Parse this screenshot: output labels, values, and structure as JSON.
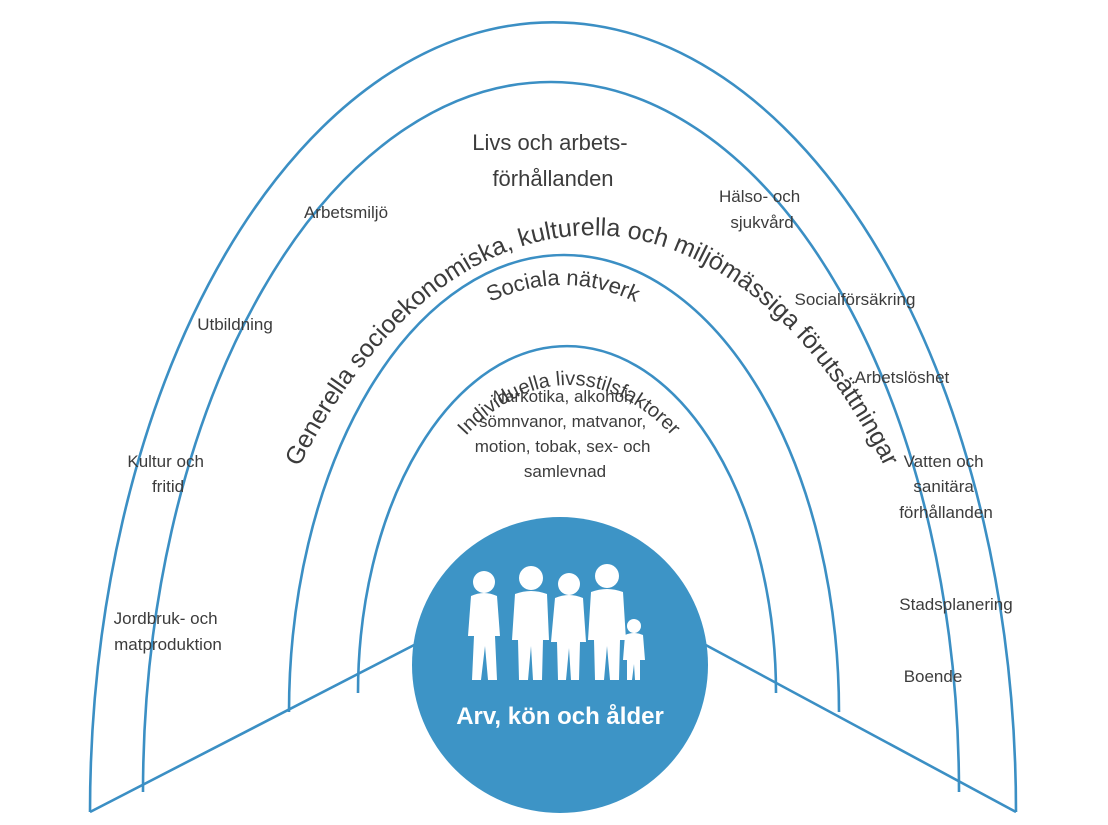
{
  "colors": {
    "line": "#3b8fc4",
    "center_fill": "#3d94c6",
    "text": "#3c3c3c",
    "center_text": "#ffffff"
  },
  "layers": {
    "outer_title": "Generella socioekonomiska, kulturella och miljömässiga förutsättningar",
    "living_title": [
      "Livs och arbets-",
      "förhållanden"
    ],
    "social_title": "Sociala nätverk",
    "individual_title": "Individuella livsstilsfaktorer",
    "individual_items": [
      "Narkotika, alkohol,",
      "sömnvanor, matvanor,",
      "motion, tobak, sex- och",
      "samlevnad"
    ],
    "center_label": "Arv, kön och ålder"
  },
  "left_factors": {
    "arbetsmiljo": [
      "Arbetsmiljö"
    ],
    "utbildning": [
      "Utbildning"
    ],
    "kultur": [
      "Kultur och",
      "fritid"
    ],
    "jordbruk": [
      "Jordbruk- och",
      "matproduktion"
    ]
  },
  "right_factors": {
    "halso": [
      "Hälso- och",
      "sjukvård"
    ],
    "social": [
      "Socialförsäkring"
    ],
    "arbetsloshet": [
      "Arbetslöshet"
    ],
    "vatten": [
      "Vatten och",
      "sanitära",
      "förhållanden"
    ],
    "stads": [
      "Stadsplanering"
    ],
    "boende": [
      "Boende"
    ]
  },
  "icons": {
    "people": "family-silhouette-icon"
  }
}
